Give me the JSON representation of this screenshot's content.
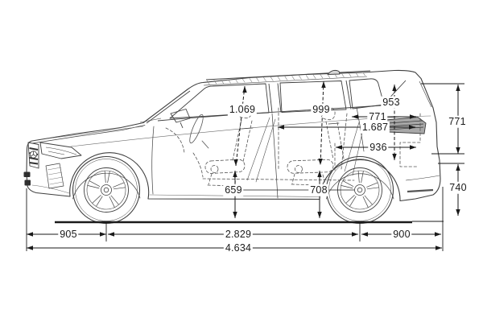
{
  "dimensions": {
    "front_headroom": "1.069",
    "rear_headroom": "999",
    "rear_opening_height": "953",
    "rear_door_opening": "771",
    "interior_length": "1.687",
    "cargo_height": "936",
    "front_seat_height": "659",
    "rear_seat_height": "708",
    "rear_upper_height": "771",
    "loading_sill_height": "740",
    "front_overhang": "905",
    "wheelbase": "2.829",
    "rear_overhang": "900",
    "overall_length": "4.634"
  },
  "colors": {
    "background": "#ffffff",
    "car_line": "#3f3f3f",
    "dimension_line": "#1a1a1a",
    "text": "#1a1a1a"
  }
}
